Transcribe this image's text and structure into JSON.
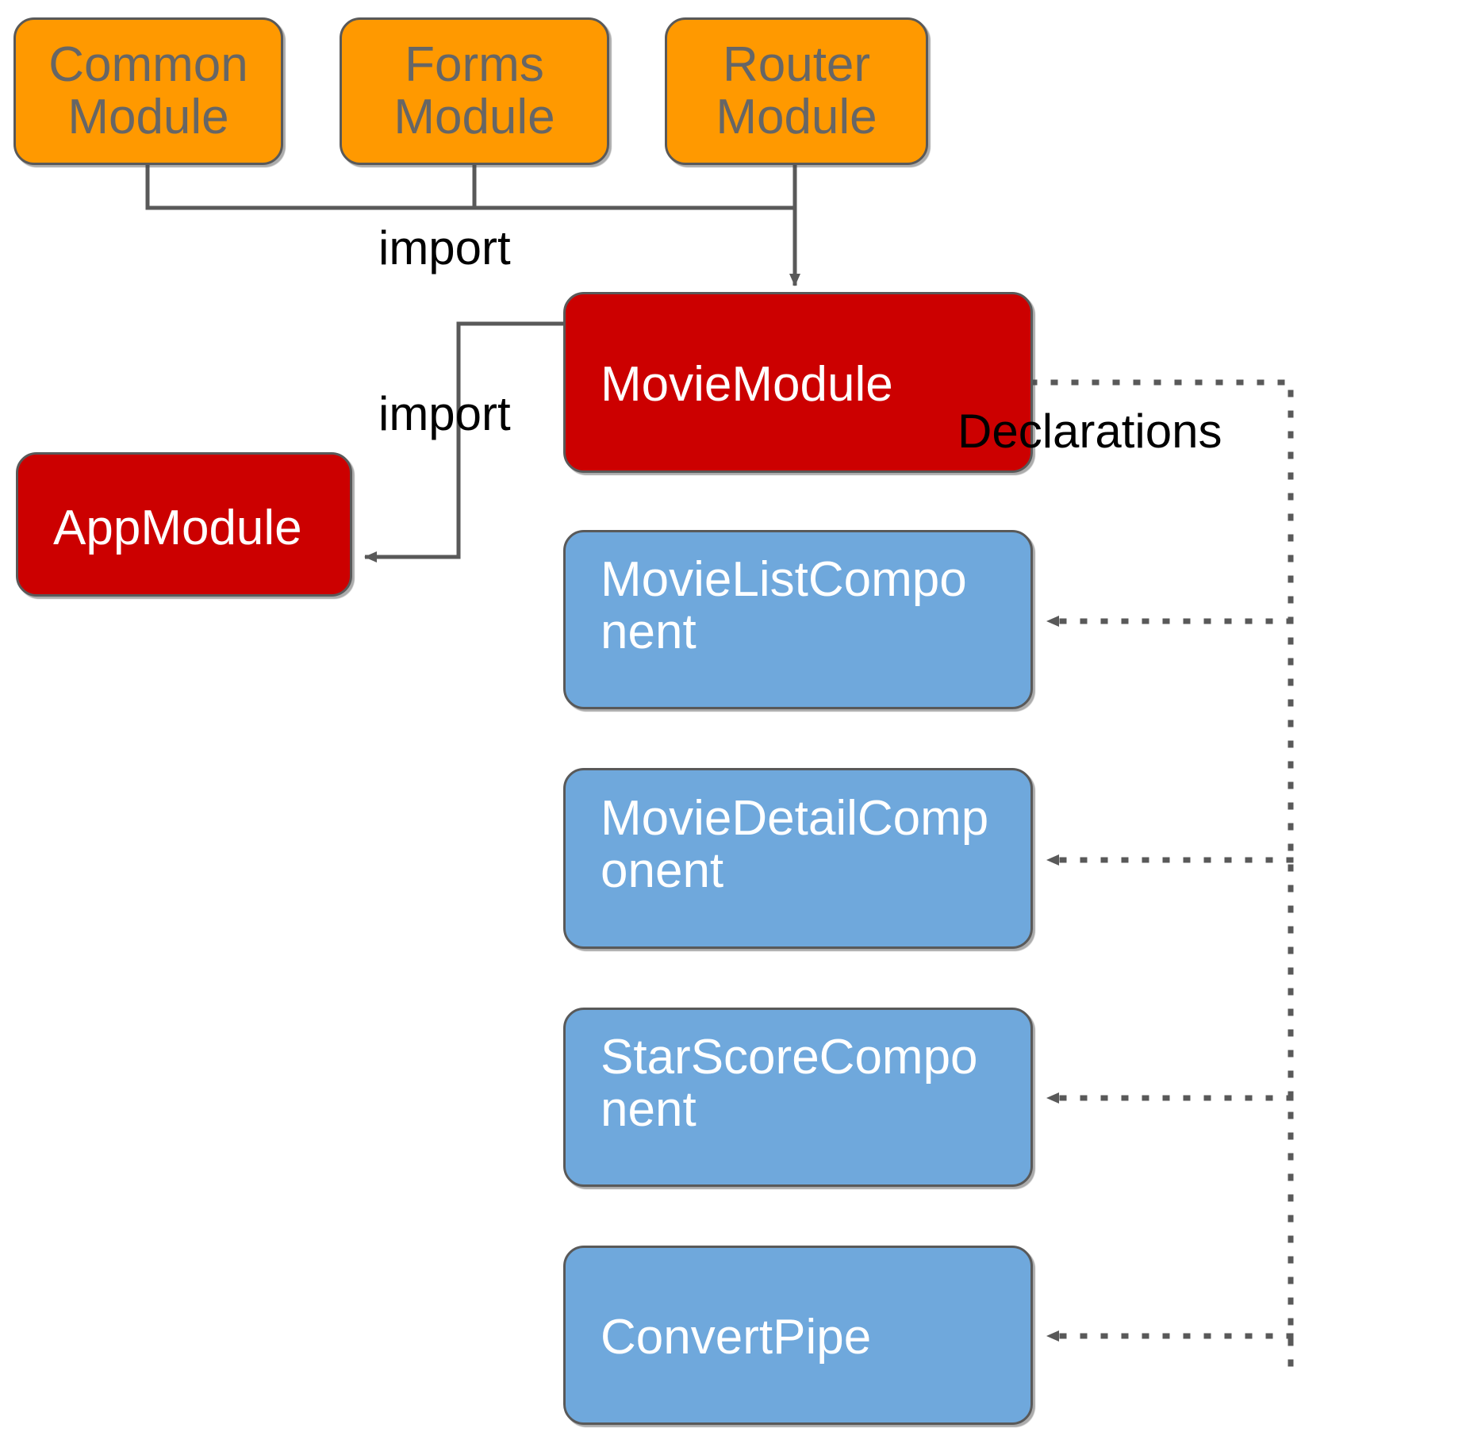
{
  "diagram": {
    "title": "Angular MovieModule structure diagram",
    "colors": {
      "external_module": "#FF9900",
      "core_module": "#CC0000",
      "declaration": "#6FA8DC",
      "border": "#595959",
      "edge": "#595959",
      "label_text": "#000000",
      "external_module_text": "#666666",
      "node_text": "#FFFFFF",
      "background": "#FFFFFF"
    },
    "nodes": {
      "common_module": {
        "label": "Common\nModule",
        "type": "external-module"
      },
      "forms_module": {
        "label": "Forms\nModule",
        "type": "external-module"
      },
      "router_module": {
        "label": "Router\nModule",
        "type": "external-module"
      },
      "movie_module": {
        "label": "MovieModule",
        "type": "core-module"
      },
      "app_module": {
        "label": "AppModule",
        "type": "core-module"
      },
      "movie_list_component": {
        "label": "MovieListCompo\nnent",
        "type": "declaration"
      },
      "movie_detail_component": {
        "label": "MovieDetailComp\nonent",
        "type": "declaration"
      },
      "star_score_component": {
        "label": "StarScoreCompo\nnent",
        "type": "declaration"
      },
      "convert_pipe": {
        "label": "ConvertPipe",
        "type": "declaration"
      }
    },
    "edge_labels": {
      "import_top": "import",
      "import_bottom": "import",
      "declarations": "Declarations"
    }
  }
}
